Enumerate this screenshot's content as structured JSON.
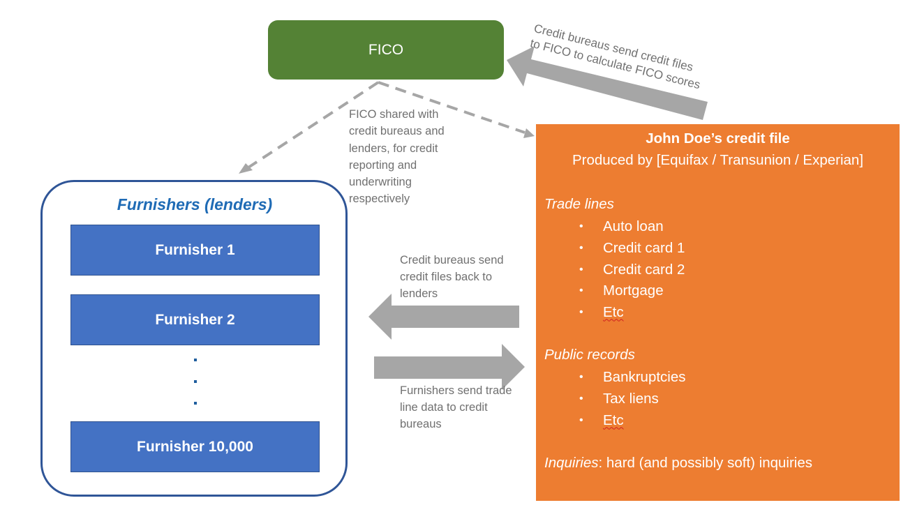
{
  "fico": {
    "label": "FICO",
    "color": "#548235"
  },
  "labels": {
    "bureau_to_fico": [
      "Credit bureaus send credit files",
      "to FICO to calculate FICO scores"
    ],
    "fico_shared": "FICO shared with credit bureaus and lenders, for credit reporting and underwriting respectively",
    "bureaus_to_lenders": "Credit bureaus send credit files back to lenders",
    "furnishers_to_bureaus": "Furnishers send trade line data to credit bureaus"
  },
  "furnishers": {
    "title": "Furnishers (lenders)",
    "items": [
      "Furnisher 1",
      "Furnisher 2",
      "Furnisher 10,000"
    ],
    "ellipsis": [
      "·",
      "·",
      "·"
    ],
    "box_color": "#4472C4",
    "border_color": "#2F5597"
  },
  "credit_file": {
    "title": "John Doe’s credit file",
    "subtitle": "Produced by [Equifax / Transunion / Experian]",
    "color": "#ED7D31",
    "trade_lines": {
      "heading": "Trade lines",
      "items": [
        "Auto loan",
        "Credit card 1",
        "Credit card 2",
        "Mortgage",
        "Etc"
      ]
    },
    "public_records": {
      "heading": "Public records",
      "items": [
        "Bankruptcies",
        "Tax liens",
        "Etc"
      ]
    },
    "inquiries": {
      "heading": "Inquiries",
      "text": ": hard (and possibly soft) inquiries"
    },
    "bullet": "•"
  },
  "arrow_color": "#A6A6A6"
}
